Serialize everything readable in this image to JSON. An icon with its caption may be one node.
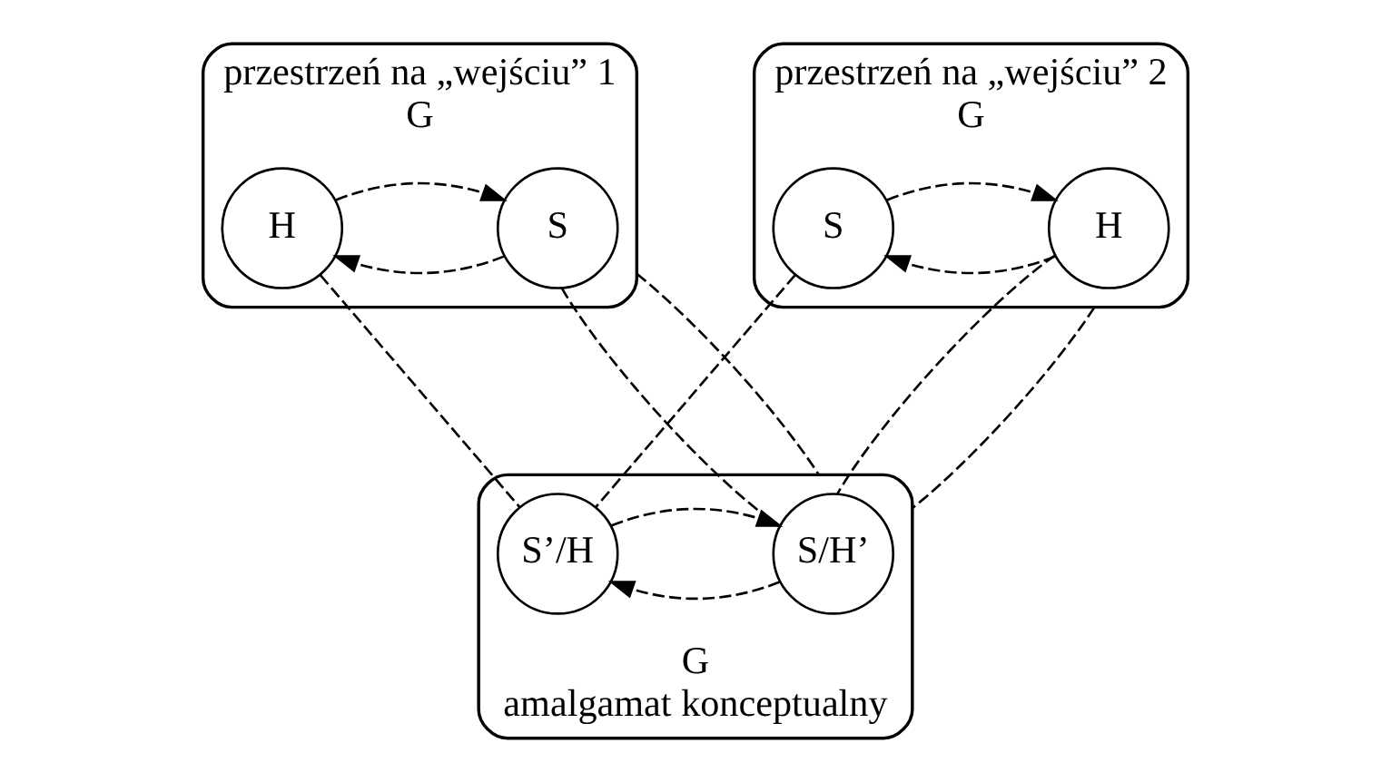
{
  "diagram": {
    "nodes": [
      {
        "text": [
          "przestrzeń na „wejściu” 1",
          "G"
        ]
      },
      {
        "text": [
          "S"
        ],
        "in": 0
      },
      {
        "text": [
          "H"
        ],
        "in": 0
      },
      {
        "text": [
          "przestrzeń na „wejściu” 2",
          "G"
        ]
      },
      {
        "text": [
          "H"
        ],
        "in": 3
      },
      {
        "text": [
          "S"
        ],
        "in": 3
      },
      {
        "text": [
          "G",
          "amalgamat konceptualny"
        ]
      },
      {
        "text": [
          "S/H’"
        ],
        "in": 6
      },
      {
        "text": [
          "S’/H"
        ],
        "in": 6
      }
    ],
    "edges": [
      {
        "from": 1,
        "to": 2,
        "arrow": "to",
        "style": "dashed"
      },
      {
        "from": 2,
        "to": 1,
        "arrow": "to",
        "style": "dashed"
      },
      {
        "from": 4,
        "to": 5,
        "arrow": "to",
        "style": "dashed"
      },
      {
        "from": 5,
        "to": 4,
        "arrow": "to",
        "style": "dashed"
      },
      {
        "from": 7,
        "to": 8,
        "arrow": "to",
        "style": "dashed"
      },
      {
        "from": 8,
        "to": 7,
        "arrow": "to",
        "style": "dashed"
      },
      {
        "from": 1,
        "to": 7,
        "arrow": "none",
        "style": "dashed"
      },
      {
        "from": 2,
        "to": 8,
        "arrow": "none",
        "style": "dashed"
      },
      {
        "from": 0,
        "to": 6,
        "arrow": "none",
        "style": "dashed"
      },
      {
        "from": 4,
        "to": 7,
        "arrow": "none",
        "style": "dashed"
      },
      {
        "from": 3,
        "to": 6,
        "arrow": "none",
        "style": "dashed"
      },
      {
        "from": 5,
        "to": 8,
        "arrow": "none",
        "style": "dashed"
      }
    ]
  }
}
